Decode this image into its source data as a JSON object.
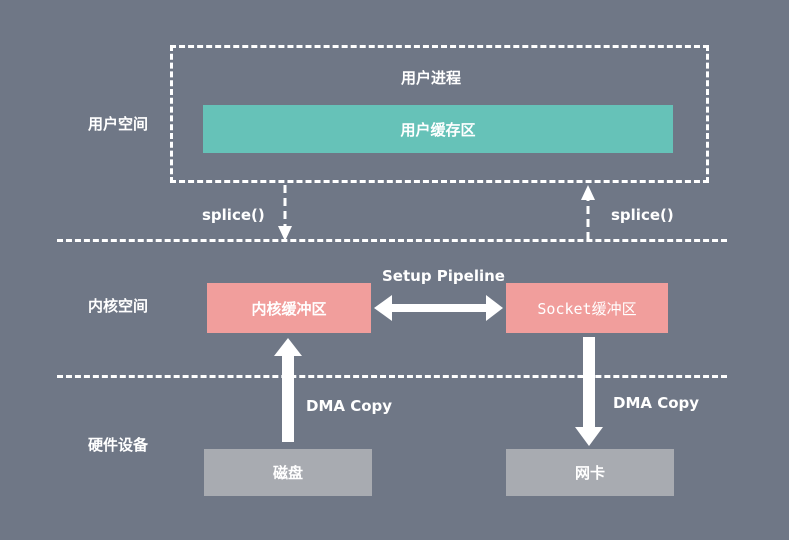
{
  "regions": {
    "user_space": "用户空间",
    "kernel_space": "内核空间",
    "hardware": "硬件设备"
  },
  "user_process": {
    "title": "用户进程",
    "buffer": "用户缓存区"
  },
  "kernel": {
    "kernel_buffer": "内核缓冲区",
    "socket_buffer": "Socket缓冲区",
    "pipeline_label": "Setup Pipeline"
  },
  "hardware": {
    "disk": "磁盘",
    "nic": "网卡"
  },
  "arrows": {
    "splice_left": "splice()",
    "splice_right": "splice()",
    "dma_left": "DMA Copy",
    "dma_right": "DMA Copy"
  },
  "colors": {
    "background": "#6f7786",
    "user_buffer": "#66c2b8",
    "kernel_buffer": "#f19e9c",
    "hardware_box": "#a8abb1",
    "line": "#ffffff"
  }
}
